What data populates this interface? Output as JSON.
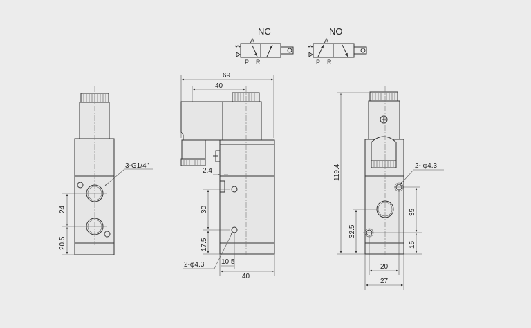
{
  "symbols": {
    "nc": {
      "title": "NC",
      "port_a": "A",
      "port_p": "P",
      "port_r": "R"
    },
    "no": {
      "title": "NO",
      "port_a": "A",
      "port_p": "P",
      "port_r": "R"
    }
  },
  "left_view": {
    "port_label": "3-G1/4\"",
    "dim_port_spacing": "24",
    "dim_port_bottom": "20.5"
  },
  "front_view": {
    "dim_overall_width": "69",
    "dim_coil_offset": "40",
    "dim_step": "2.4",
    "dim_hole_spacing": "30",
    "dim_hole_bottom": "17.5",
    "dim_hole_side": "10.5",
    "dim_body_width": "40",
    "hole_label": "2-φ4.3"
  },
  "side_view": {
    "dim_height": "119.4",
    "hole_label": "2- φ4.3",
    "dim_hole_spacing": "35",
    "dim_hole_bottom": "15",
    "dim_port_height": "32.5",
    "dim_hole_pitch": "20",
    "dim_width": "27"
  }
}
